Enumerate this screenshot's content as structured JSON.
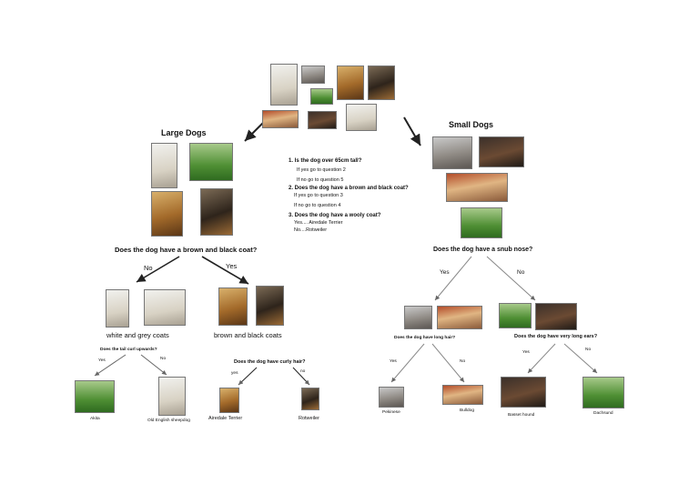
{
  "headings": {
    "large_dogs": "Large Dogs",
    "small_dogs": "Small Dogs"
  },
  "questions": {
    "q1": "1. Is the dog over 65cm tall?",
    "q1_yes": "If yes go to question 2",
    "q1_no": "If no go to question 5",
    "q2": "2. Does the dog have a brown and black coat?",
    "q2_yes": "If yes go to question 3",
    "q2_no": "If no go to question 4",
    "q3": "3. Does the dog have a wooly coat?",
    "q3_yes": "Yes.... Airedale Terrier",
    "q3_no": "No....Rotweiler"
  },
  "large_tree": {
    "question": "Does the dog have a brown and black coat?",
    "no_label": "No",
    "yes_label": "Yes",
    "left_group": "white and grey coats",
    "right_group": "brown and black coats",
    "tail_question": "Does the tail curl upwards?",
    "tail_yes": "Yes",
    "tail_no": "No",
    "hair_question": "Does the dog have curly hair?",
    "hair_yes": "yes",
    "hair_no": "no",
    "breeds": [
      "Akita",
      "Old English sheepdog",
      "Airedale Terrier",
      "Rotweiler"
    ]
  },
  "small_tree": {
    "question": "Does the dog have a snub nose?",
    "yes_label": "Yes",
    "no_label": "No",
    "hair_question": "Does the dog have long hair?",
    "hair_yes": "Yes",
    "hair_no": "No",
    "ears_question": "Does the dog have very long ears?",
    "ears_yes": "Yes",
    "ears_no": "No",
    "breeds": [
      "Pekinese",
      "Bulldog",
      "Basset hound",
      "Dachsund"
    ]
  }
}
